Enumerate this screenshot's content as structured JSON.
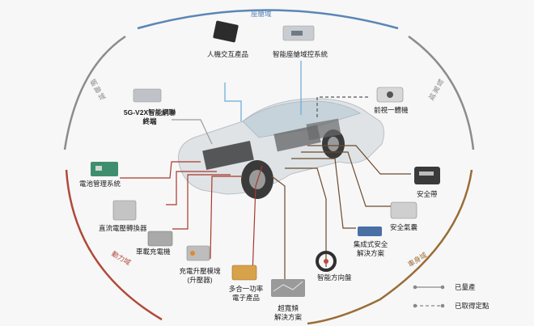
{
  "domains": {
    "cockpit": {
      "label": "座艙域",
      "color": "#5b86b5"
    },
    "network": {
      "label": "網聯域",
      "color": "#8c8c8c"
    },
    "adas": {
      "label": "智駕域",
      "color": "#8c8c8c"
    },
    "power": {
      "label": "動力域",
      "color": "#b04a3a"
    },
    "chassis": {
      "label": "車身域",
      "color": "#9a6c36"
    }
  },
  "components": {
    "hmi": "人機交互產品",
    "cockpit_ctrl": "智能座艙域控系統",
    "v2x_line1": "5G-V2X智能網聯",
    "v2x_line2": "終端",
    "front_camera": "前視一體機",
    "bms": "電池管理系統",
    "seatbelt": "安全帶",
    "dcdc": "直流電壓轉換器",
    "airbag": "安全氣囊",
    "obc": "車載充電機",
    "integrated_safety_line1": "集成式安全",
    "integrated_safety_line2": "解決方案",
    "boost_line1": "充電升壓模塊",
    "boost_line2": "(升壓器)",
    "steering_wheel": "智能方向盤",
    "multi_in_one_line1": "多合一功率",
    "multi_in_one_line2": "電子產品",
    "uwb_line1": "超寬頻",
    "uwb_line2": "解決方案"
  },
  "legend": {
    "solid": "已量產",
    "dashed": "已取得定點"
  },
  "colors": {
    "cockpit_line": "#6aa8d6",
    "power_line": "#a8392c",
    "chassis_line": "#6b4a2e",
    "adas_line": "#444444",
    "network_line": "#9a9a9a"
  }
}
